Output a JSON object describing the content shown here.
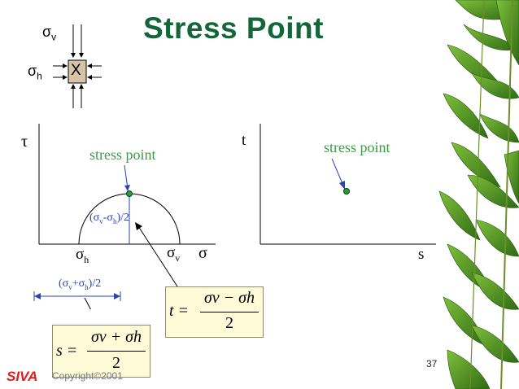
{
  "slide": {
    "title": "Stress Point",
    "page_number": "37",
    "footer_brand": "SIVA",
    "footer_copyright": "Copyright©2001",
    "accent_title": "#15653a",
    "accent_label": "#3b9a45",
    "accent_blue": "#2a44b6"
  },
  "element": {
    "sigma_v": "σ",
    "sigma_v_sub": "v",
    "sigma_h": "σ",
    "sigma_h_sub": "h",
    "block_label": "X"
  },
  "left_plot": {
    "y_axis_label": "τ",
    "x_axis_label": "σ",
    "point_label": "stress point",
    "sigma_h_tick": "σ",
    "sigma_h_tick_sub": "h",
    "sigma_v_tick": "σ",
    "sigma_v_tick_sub": "v",
    "radius_label_open": "(σ",
    "radius_label_v": "v",
    "radius_label_mid": "-σ",
    "radius_label_h": "h",
    "radius_label_close": ")/2",
    "center_label_open": "(σ",
    "center_label_v": "v",
    "center_label_mid": "+σ",
    "center_label_h": "h",
    "center_label_close": ")/2"
  },
  "right_plot": {
    "y_axis_label": "t",
    "x_axis_label": "s",
    "point_label": "stress point"
  },
  "formulas": {
    "t_lhs": "t =",
    "t_num": "σv − σh",
    "t_den": "2",
    "s_lhs": "s =",
    "s_num": "σv + σh",
    "s_den": "2"
  }
}
